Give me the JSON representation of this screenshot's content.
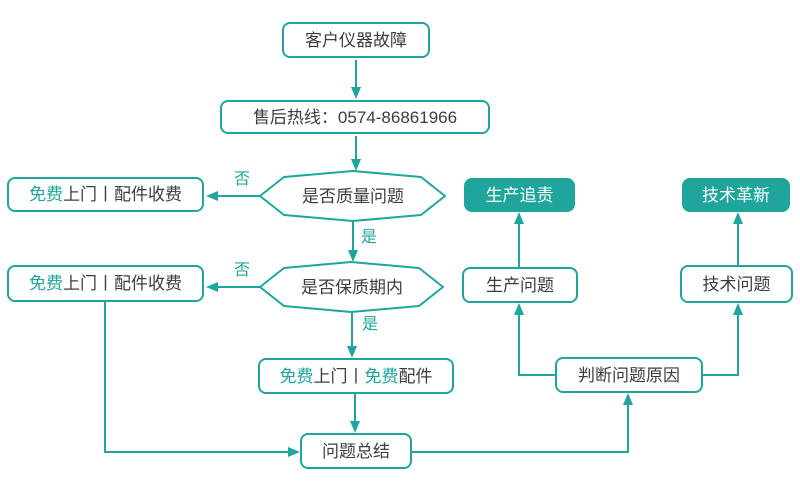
{
  "palette": {
    "teal": "#1FA59C",
    "dark": "#3C3C3C",
    "white": "#FFFFFF"
  },
  "diagram": {
    "type": "flowchart",
    "topic": "after-sales service process"
  },
  "nodes": {
    "customer_fault": {
      "label": "客户仪器故障",
      "shape": "rounded-rect"
    },
    "hotline": {
      "label": "售后热线：0574-86861966",
      "shape": "rounded-rect"
    },
    "decision_quality": {
      "label": "是否质量问题",
      "shape": "hexagon"
    },
    "decision_warranty": {
      "label": "是否保质期内",
      "shape": "hexagon"
    },
    "free_visit_paid_parts_top": {
      "segments": [
        {
          "text": "免费",
          "accent": true
        },
        {
          "text": "上门丨配件收费",
          "accent": false
        }
      ]
    },
    "free_visit_paid_parts_bottom": {
      "segments": [
        {
          "text": "免费",
          "accent": true
        },
        {
          "text": "上门丨配件收费",
          "accent": false
        }
      ]
    },
    "free_visit_free_parts": {
      "segments": [
        {
          "text": "免费",
          "accent": true
        },
        {
          "text": "上门丨",
          "accent": false
        },
        {
          "text": "免费",
          "accent": true
        },
        {
          "text": "配件",
          "accent": false
        }
      ]
    },
    "summary": {
      "label": "问题总结",
      "shape": "rounded-rect"
    },
    "production_trace": {
      "label": "生产追责",
      "shape": "rounded-rect-filled"
    },
    "production_problem": {
      "label": "生产问题",
      "shape": "rounded-rect"
    },
    "judge_cause": {
      "label": "判断问题原因",
      "shape": "rounded-rect"
    },
    "tech_innovation": {
      "label": "技术革新",
      "shape": "rounded-rect-filled"
    },
    "tech_problem": {
      "label": "技术问题",
      "shape": "rounded-rect"
    }
  },
  "edge_labels": {
    "quality_no": "否",
    "quality_yes": "是",
    "warranty_no": "否",
    "warranty_yes": "是"
  }
}
